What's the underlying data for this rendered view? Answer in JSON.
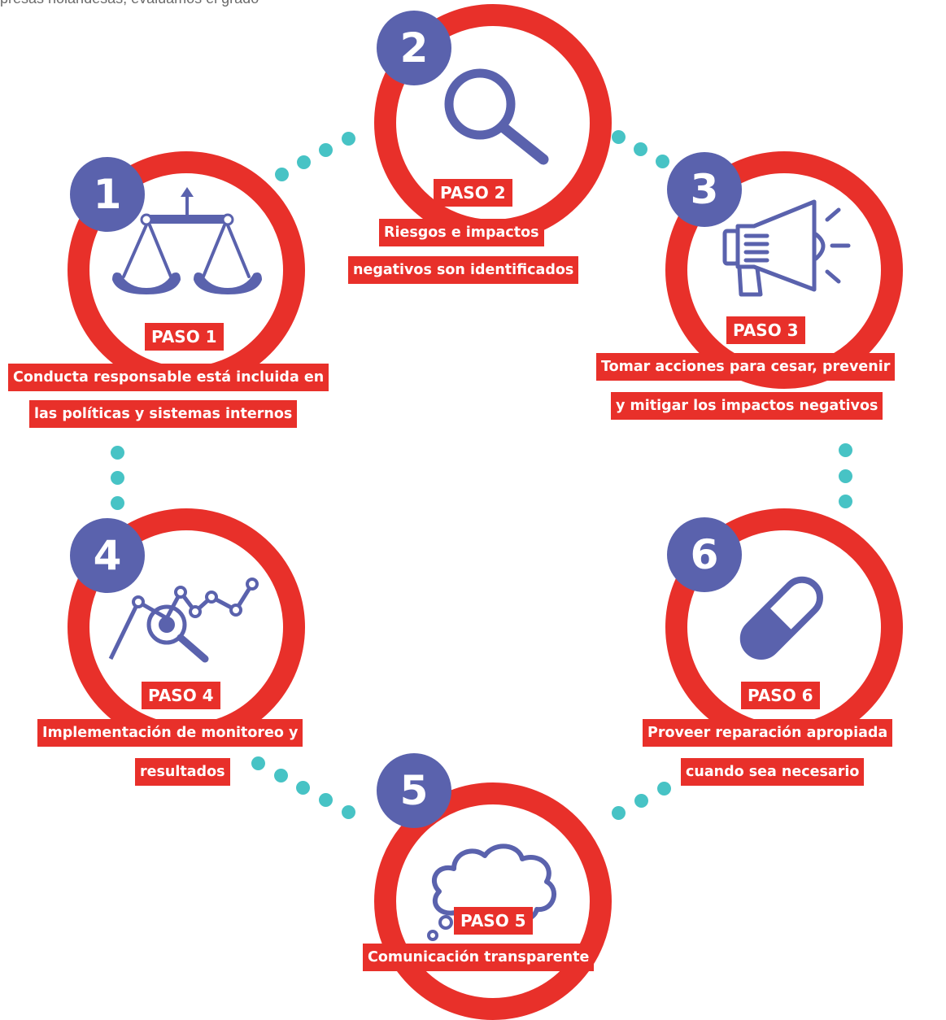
{
  "intro_text": "presas holandesas, evaluamos el grado",
  "colors": {
    "ring": "#e8302a",
    "badge": "#5a62ad",
    "icon": "#5a62ad",
    "dots": "#47c3c5",
    "label_bg": "#e8302a",
    "label_text": "#ffffff"
  },
  "steps": [
    {
      "number": "1",
      "paso": "PASO 1",
      "line1": "Conducta responsable está incluida en",
      "line2": "las políticas y sistemas internos",
      "icon": "scales-icon"
    },
    {
      "number": "2",
      "paso": "PASO 2",
      "line1": "Riesgos e impactos",
      "line2": "negativos son identificados",
      "icon": "magnifier-icon"
    },
    {
      "number": "3",
      "paso": "PASO 3",
      "line1": "Tomar acciones para cesar, prevenir",
      "line2": "y mitigar los impactos negativos",
      "icon": "megaphone-icon"
    },
    {
      "number": "4",
      "paso": "PASO 4",
      "line1": "Implementación de monitoreo y",
      "line2": "resultados",
      "icon": "chart-search-icon"
    },
    {
      "number": "5",
      "paso": "PASO 5",
      "line1": "Comunicación transparente",
      "line2": "",
      "icon": "thought-cloud-icon"
    },
    {
      "number": "6",
      "paso": "PASO 6",
      "line1": "Proveer reparación apropiada",
      "line2": "cuando sea necesario",
      "icon": "capsule-icon"
    }
  ]
}
